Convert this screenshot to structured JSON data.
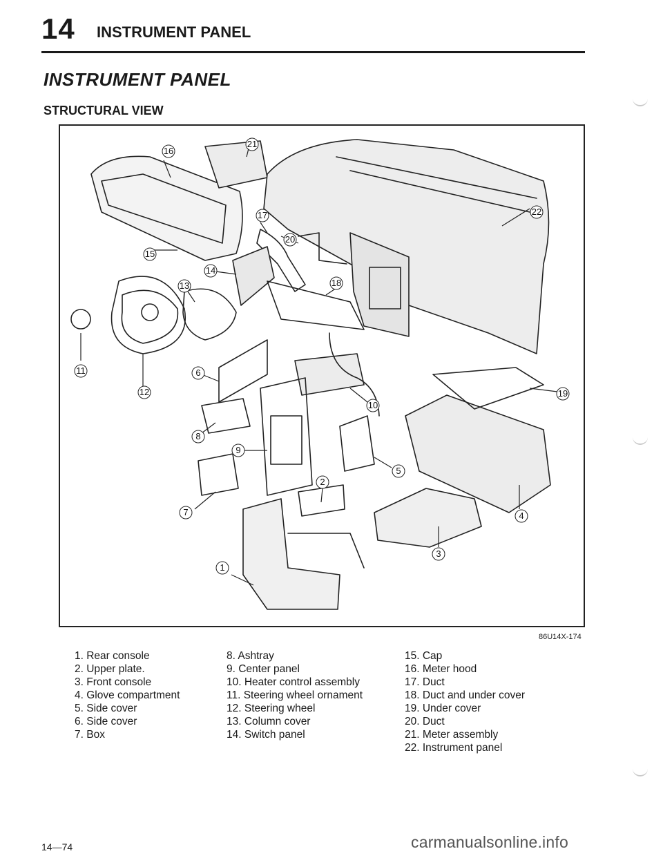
{
  "header": {
    "section_number": "14",
    "section_title": "INSTRUMENT PANEL"
  },
  "page_title": "INSTRUMENT PANEL",
  "subtitle": "STRUCTURAL VIEW",
  "figure": {
    "code": "86U14X-174",
    "callouts": [
      "1",
      "2",
      "3",
      "4",
      "5",
      "6",
      "7",
      "8",
      "9",
      "10",
      "11",
      "12",
      "13",
      "14",
      "15",
      "16",
      "17",
      "18",
      "19",
      "20",
      "21",
      "22"
    ]
  },
  "legend": {
    "col1": [
      "1. Rear console",
      "2. Upper plate.",
      "3. Front console",
      "4. Glove compartment",
      "5. Side cover",
      "6. Side cover",
      "7. Box"
    ],
    "col2": [
      "8. Ashtray",
      "9. Center panel",
      "10. Heater control assembly",
      "11. Steering wheel ornament",
      "12. Steering wheel",
      "13. Column cover",
      "14. Switch panel"
    ],
    "col3": [
      "15. Cap",
      "16. Meter hood",
      "17. Duct",
      "18. Duct and under cover",
      "19. Under cover",
      "20. Duct",
      "21. Meter assembly",
      "22. Instrument panel"
    ]
  },
  "footer": {
    "page_number": "14—74",
    "watermark": "carmanualsonline.info"
  }
}
